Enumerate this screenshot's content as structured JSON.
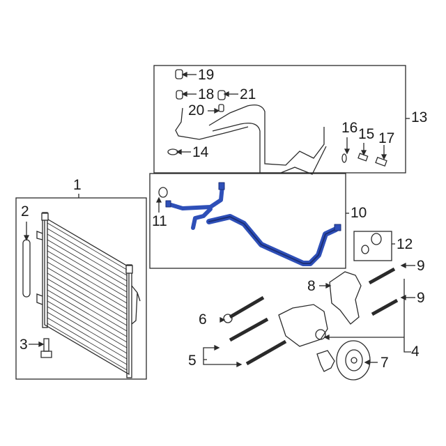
{
  "diagram": {
    "type": "exploded-parts-diagram",
    "subject": "A/C condenser, compressor and refrigerant lines",
    "highlight_color": "#2e4fb8",
    "line_color": "#2a2a2a",
    "callouts": [
      {
        "id": "1",
        "label": "1"
      },
      {
        "id": "2",
        "label": "2"
      },
      {
        "id": "3",
        "label": "3"
      },
      {
        "id": "4",
        "label": "4"
      },
      {
        "id": "5",
        "label": "5"
      },
      {
        "id": "6",
        "label": "6"
      },
      {
        "id": "7",
        "label": "7"
      },
      {
        "id": "8",
        "label": "8"
      },
      {
        "id": "9a",
        "label": "9"
      },
      {
        "id": "9b",
        "label": "9"
      },
      {
        "id": "10",
        "label": "10"
      },
      {
        "id": "11",
        "label": "11"
      },
      {
        "id": "12",
        "label": "12"
      },
      {
        "id": "13",
        "label": "13"
      },
      {
        "id": "14",
        "label": "14"
      },
      {
        "id": "15",
        "label": "15"
      },
      {
        "id": "16",
        "label": "16"
      },
      {
        "id": "17",
        "label": "17"
      },
      {
        "id": "18",
        "label": "18"
      },
      {
        "id": "19",
        "label": "19"
      },
      {
        "id": "20",
        "label": "20"
      },
      {
        "id": "21",
        "label": "21"
      }
    ]
  }
}
